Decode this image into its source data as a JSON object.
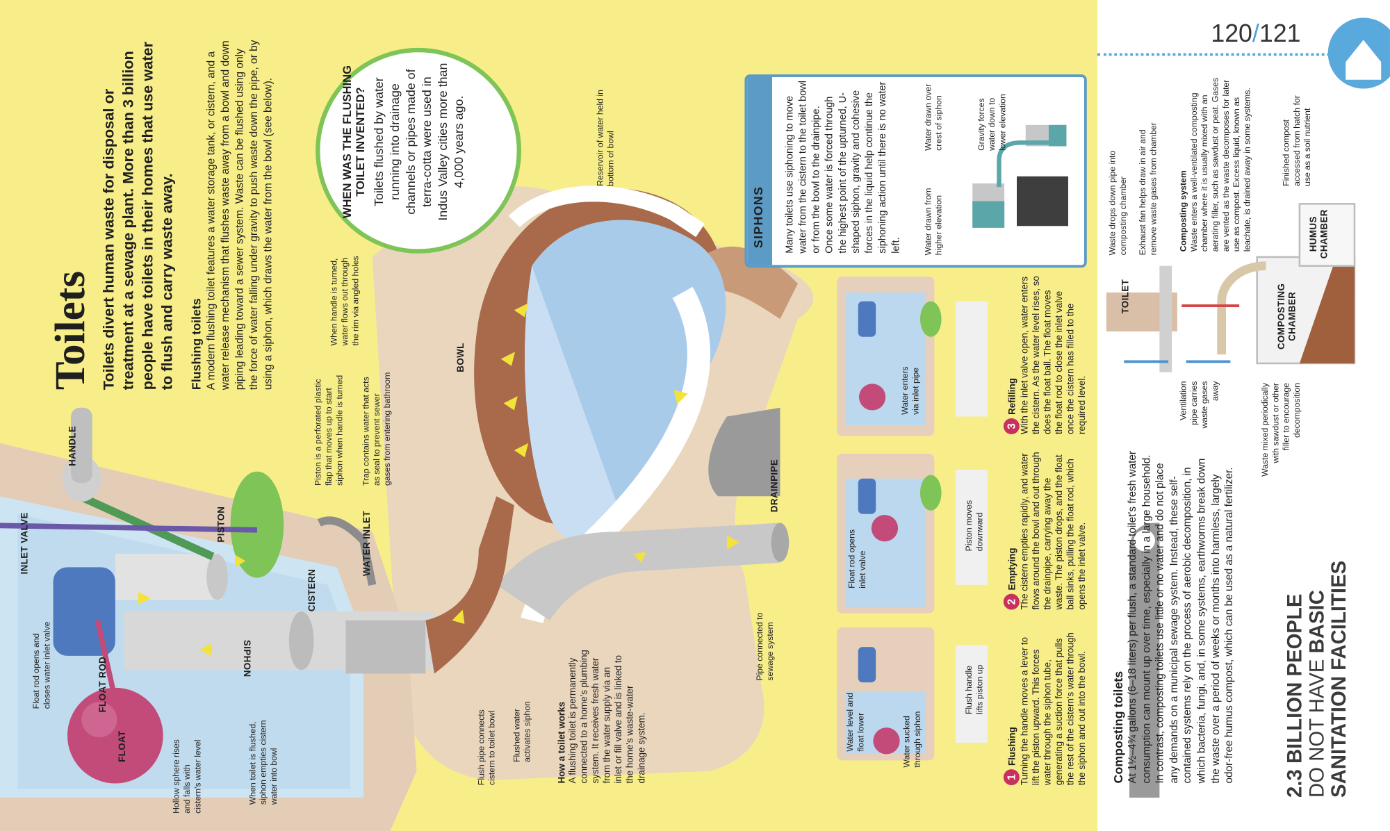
{
  "page_number": {
    "left": "120",
    "sep": "/",
    "right": "121"
  },
  "title": "Toilets",
  "lead": "Toilets divert human waste for disposal or treatment at a sewage plant. More than 3 billion people have toilets in their homes that use water to flush and carry waste away.",
  "flushing": {
    "heading": "Flushing toilets",
    "body": "A modern flushing toilet features a water storage tank, or cistern, and a water release mechanism that flushes waste away from a bowl and down piping leading toward a sewer system. Waste can be flushed using only the force of water falling under gravity to push waste down the pipe, or by using a siphon, which draws the water from the bowl (see below)."
  },
  "invented": {
    "heading": "WHEN WAS THE FLUSHING TOILET INVENTED?",
    "body": "Toilets flushed by water running into drainage channels or pipes made of terra-cotta were used in Indus Valley cities more than 4,000 years ago."
  },
  "siphons": {
    "heading": "SIPHONS",
    "body": "Many toilets use siphoning to move water from the cistern to the toilet bowl or from the bowl to the drainpipe. Once some water is forced through the highest point of the upturned, U-shaped siphon, gravity and cohesive forces in the liquid help continue the siphoning action until there is no water left.",
    "label_higher": "Water drawn from higher elevation",
    "label_crest": "Water drawn over crest of siphon",
    "label_gravity": "Gravity forces water down to lower elevation"
  },
  "labels": {
    "handle": "HANDLE",
    "inlet_valve": "INLET VALVE",
    "piston": "PISTON",
    "siphon": "SIPHON",
    "float_rod": "FLOAT ROD",
    "float": "FLOAT",
    "cistern": "CISTERN",
    "water_inlet": "WATER INLET",
    "bowl": "BOWL",
    "drainpipe": "DRAINPIPE"
  },
  "callouts": {
    "float_rod_opens": "Float rod opens and closes water inlet valve",
    "hollow_sphere": "Hollow sphere rises and falls with cistern's water level",
    "when_flushed": "When toilet is flushed, siphon empties cistern water into bowl",
    "piston_desc": "Piston is a perforated plastic flap that moves up to start siphon when handle is turned",
    "trap_desc": "Trap contains water that acts as seal to prevent sewer gases from entering bathroom",
    "rim_desc": "When handle is turned, water flows out through the rim via angled holes",
    "reservoir": "Reservoir of water held in bottom of bowl",
    "flush_pipe": "Flush pipe connects cistern to toilet bowl",
    "flushed_water": "Flushed water activates siphon",
    "pipe_connected": "Pipe connected to sewage system"
  },
  "how_works": {
    "heading": "How a toilet works",
    "body": "A flushing toilet is permanently connected to a home's plumbing system. It receives fresh water from the water supply via an inlet or fill valve and is linked to the home's waste-water drainage system."
  },
  "steps": [
    {
      "num": "1",
      "title": "Flushing",
      "body": "Turning the handle moves a lever to lift the piston upward. This forces water through the siphon tube, generating a suction force that pulls the rest of the cistern's water through the siphon and out into the bowl.",
      "l1": "Water level and float lower",
      "l2": "Water sucked through siphon",
      "l3": "Flush handle lifts piston up"
    },
    {
      "num": "2",
      "title": "Emptying",
      "body": "The cistern empties rapidly, and water flows around the bowl and out through the drainpipe, carrying away the waste. The piston drops, and the float ball sinks, pulling the float rod, which opens the inlet valve.",
      "l1": "Float rod opens inlet valve",
      "l2": "Piston moves downward"
    },
    {
      "num": "3",
      "title": "Refilling",
      "body": "With the inlet valve open, water enters the cistern. As the water level rises, so does the float ball. The float moves the float rod to close the inlet valve once the cistern has filled to the required level.",
      "l1": "Water enters via inlet pipe"
    }
  ],
  "composting": {
    "heading": "Composting toilets",
    "body": "At 1½–4¾ gallons (6–18 liters) per flush, a standard toilet's fresh water consumption can mount up over time, especially in a large household. In contrast, composting toilets use little or no water and do not place any demands on a municipal sewage system. Instead, these self-contained systems rely on the process of aerobic decomposition, in which bacteria, fungi, and, in some systems, earthworms break down the waste over a period of weeks or months into harmless, largely odor-free humus compost, which can be used as a natural fertilizer.",
    "toilet": "TOILET",
    "composting_chamber": "COMPOSTING CHAMBER",
    "humus_chamber": "HUMUS CHAMBER",
    "waste_drops": "Waste drops down pipe into composting chamber",
    "exhaust_fan": "Exhaust fan helps draw in air and remove waste gases from chamber",
    "system_heading": "Composting system",
    "system_body": "Waste enters a well-ventilated composting chamber where it is usually mixed with an aerating filler, such as sawdust or peat. Gases are vented as the waste decomposes for later use as compost. Excess liquid, known as leachate, is drained away in some systems.",
    "finished": "Finished compost accessed from hatch for use as a soil nutrient",
    "ventilation": "Ventilation pipe carries waste gases away",
    "waste_mixed": "Waste mixed periodically with sawdust or other filler to encourage decomposition"
  },
  "stat": {
    "number": "2.3 BILLION PEOPLE",
    "line2_thin": "DO NOT HAVE",
    "line2_bold": "BASIC",
    "line3": "SANITATION FACILITIES"
  },
  "colors": {
    "background": "#f7ee8a",
    "accent_blue": "#5b9bc6",
    "magenta": "#c8305e",
    "green": "#7fc457",
    "bowl_brown": "#a86a4a"
  }
}
